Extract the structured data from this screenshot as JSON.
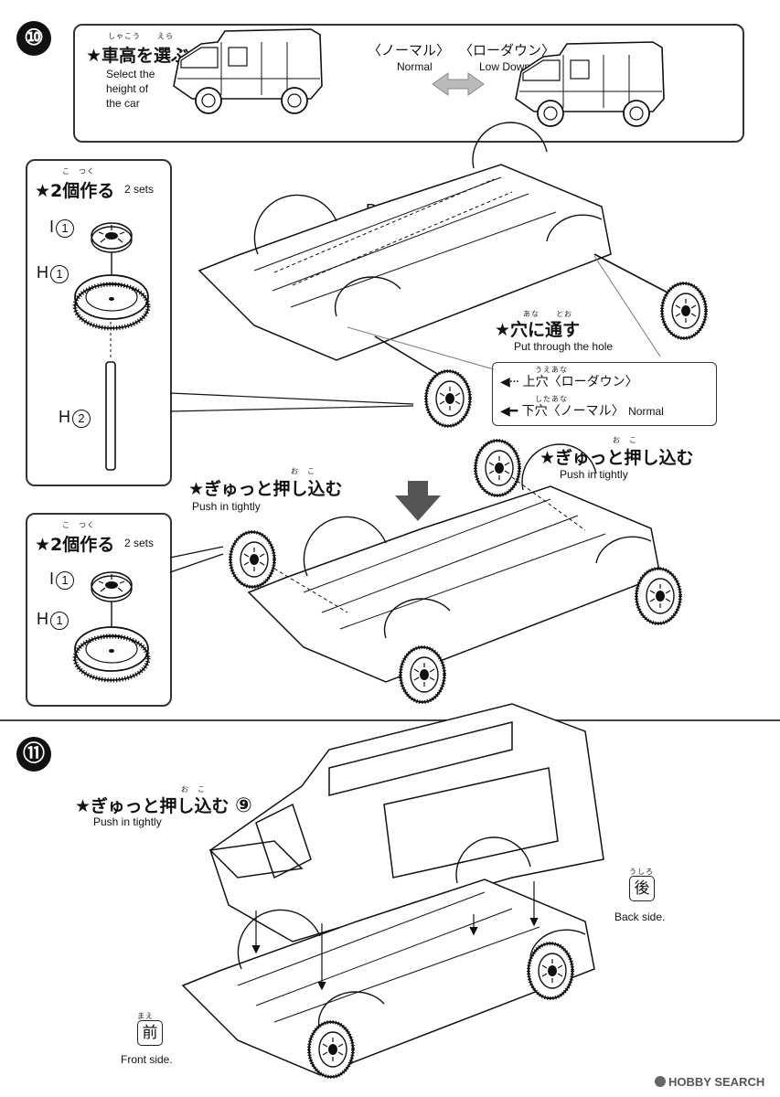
{
  "step10": {
    "number": "⑩",
    "height_box": {
      "title": "★車高を選ぶ",
      "title_furigana": "しゃこう　　えら",
      "subtitle_en_1": "Select the",
      "subtitle_en_2": "height of",
      "subtitle_en_3": "the car",
      "normal_jp": "〈ノーマル〉",
      "normal_en": "Normal",
      "lowdown_jp": "〈ローダウン〉",
      "lowdown_en": "Low Down"
    },
    "wheel_box_1": {
      "title": "★2個作る",
      "title_furigana": "こ　つく",
      "sets": "2 sets",
      "part_i": "I",
      "part_i_num": "1",
      "part_h": "H",
      "part_h_num": "1",
      "part_h2": "H",
      "part_h2_num": "2"
    },
    "chassis_part_b": "B",
    "chassis_part_b_num": "1",
    "through_hole": {
      "title": "★穴に通す",
      "title_furigana": "あな　　とお",
      "subtitle_en": "Put through the hole",
      "upper_jp": "上穴〈ローダウン〉",
      "upper_furigana": "うえあな",
      "lower_jp": "下穴〈ノーマル〉",
      "lower_furigana": "したあな",
      "lower_en": "Normal"
    },
    "push_right": {
      "title": "★ぎゅっと押し込む",
      "title_furigana": "お　こ",
      "subtitle_en": "Push in tightly"
    },
    "push_left": {
      "title": "★ぎゅっと押し込む",
      "title_furigana": "お　こ",
      "subtitle_en": "Push in tightly"
    },
    "wheel_box_2": {
      "title": "★2個作る",
      "title_furigana": "こ　つく",
      "sets": "2 sets",
      "part_i": "I",
      "part_i_num": "1",
      "part_h": "H",
      "part_h_num": "1"
    }
  },
  "step11": {
    "number": "⑪",
    "push": {
      "title": "★ぎゅっと押し込む",
      "title_furigana": "お　こ",
      "ref_step": "⑨",
      "subtitle_en": "Push in tightly"
    },
    "back": {
      "kanji": "後",
      "furigana": "うしろ",
      "label": "Back side."
    },
    "front": {
      "kanji": "前",
      "furigana": "まえ",
      "label": "Front side."
    }
  },
  "watermark": {
    "text": "HOBBY SEARCH"
  }
}
